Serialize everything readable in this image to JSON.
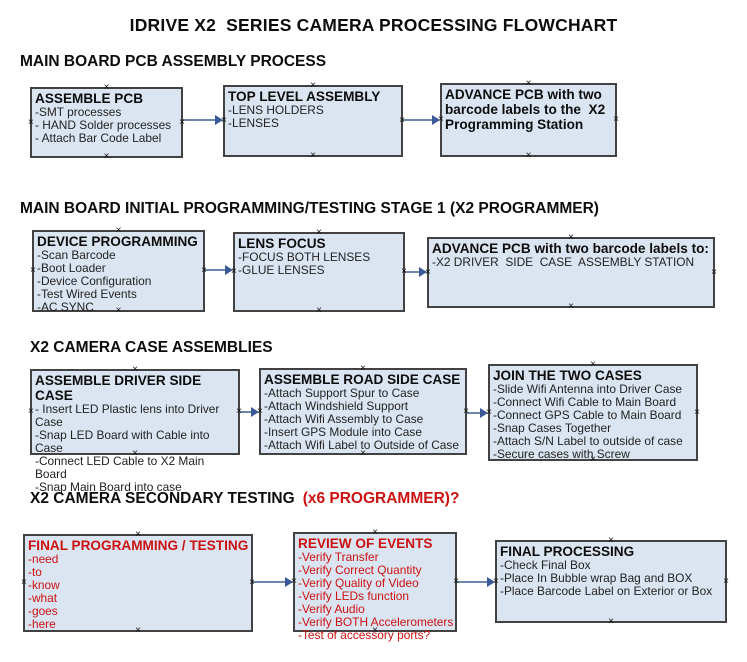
{
  "page_title": "IDRIVE X2  SERIES CAMERA PROCESSING FLOWCHART",
  "colors": {
    "box_fill": "#dbe5f1",
    "box_border": "#424242",
    "red_text": "#cc1111",
    "arrow_line": "#6c87ab",
    "arrow_head": "#3b5998"
  },
  "sections": [
    {
      "heading": "MAIN BOARD PCB ASSEMBLY PROCESS",
      "boxes": [
        {
          "title": "ASSEMBLE PCB",
          "items": [
            "-SMT processes",
            "- HAND Solder processes",
            "- Attach Bar Code Label"
          ]
        },
        {
          "title": "TOP LEVEL ASSEMBLY",
          "items": [
            "-LENS HOLDERS",
            "-LENSES"
          ]
        },
        {
          "title": "ADVANCE PCB with two barcode labels to the  X2 Programming Station",
          "items": []
        }
      ]
    },
    {
      "heading": "MAIN BOARD INITIAL PROGRAMMING/TESTING STAGE 1 (X2 PROGRAMMER)",
      "boxes": [
        {
          "title": "DEVICE PROGRAMMING",
          "items": [
            "-Scan Barcode",
            "-Boot Loader",
            "-Device Configuration",
            "-Test Wired Events",
            "-AC SYNC"
          ]
        },
        {
          "title": "LENS FOCUS",
          "items": [
            "-FOCUS BOTH LENSES",
            "-GLUE LENSES"
          ]
        },
        {
          "title": "ADVANCE PCB with two barcode labels to:",
          "items": [
            "-X2 DRIVER  SIDE  CASE  ASSEMBLY STATION"
          ]
        }
      ]
    },
    {
      "heading": "X2 CAMERA CASE ASSEMBLIES",
      "boxes": [
        {
          "title": "ASSEMBLE DRIVER SIDE CASE",
          "items": [
            "- Insert LED Plastic lens into Driver Case",
            "-Snap LED Board with Cable into Case",
            "-Connect LED Cable to X2 Main Board",
            "-Snap Main Board into case"
          ]
        },
        {
          "title": "ASSEMBLE ROAD SIDE CASE",
          "items": [
            "-Attach Support Spur to Case",
            "-Attach Windshield Support",
            "-Attach Wifi Assembly to Case",
            "-Insert GPS Module into Case",
            "-Attach Wifi Label to Outside of Case"
          ]
        },
        {
          "title": "JOIN THE TWO CASES",
          "items": [
            "-Slide Wifi Antenna into Driver Case",
            "-Connect Wifi Cable to Main Board",
            "-Connect GPS Cable to Main Board",
            "-Snap Cases Together",
            "-Attach S/N Label to outside of case",
            "-Secure cases with Screw"
          ]
        }
      ]
    },
    {
      "heading": "X2 CAMERA SECONDARY TESTING",
      "heading_red": "(x6 PROGRAMMER)?",
      "boxes": [
        {
          "title": "FINAL PROGRAMMING / TESTING",
          "items": [
            "-need",
            "-to",
            "-know",
            "-what",
            "-goes",
            "-here"
          ]
        },
        {
          "title": "REVIEW OF EVENTS",
          "items": [
            "-Verify Transfer",
            "-Verify Correct Quantity",
            "-Verify Quality of Video",
            "-Verify LEDs function",
            "-Verify Audio",
            "-Verify BOTH Accelerometers",
            "-Test of accessory ports?"
          ]
        },
        {
          "title": "FINAL PROCESSING",
          "items": [
            "-Check Final Box",
            "-Place In Bubble wrap Bag and BOX",
            "-Place Barcode Label on Exterior or Box"
          ]
        }
      ]
    }
  ]
}
